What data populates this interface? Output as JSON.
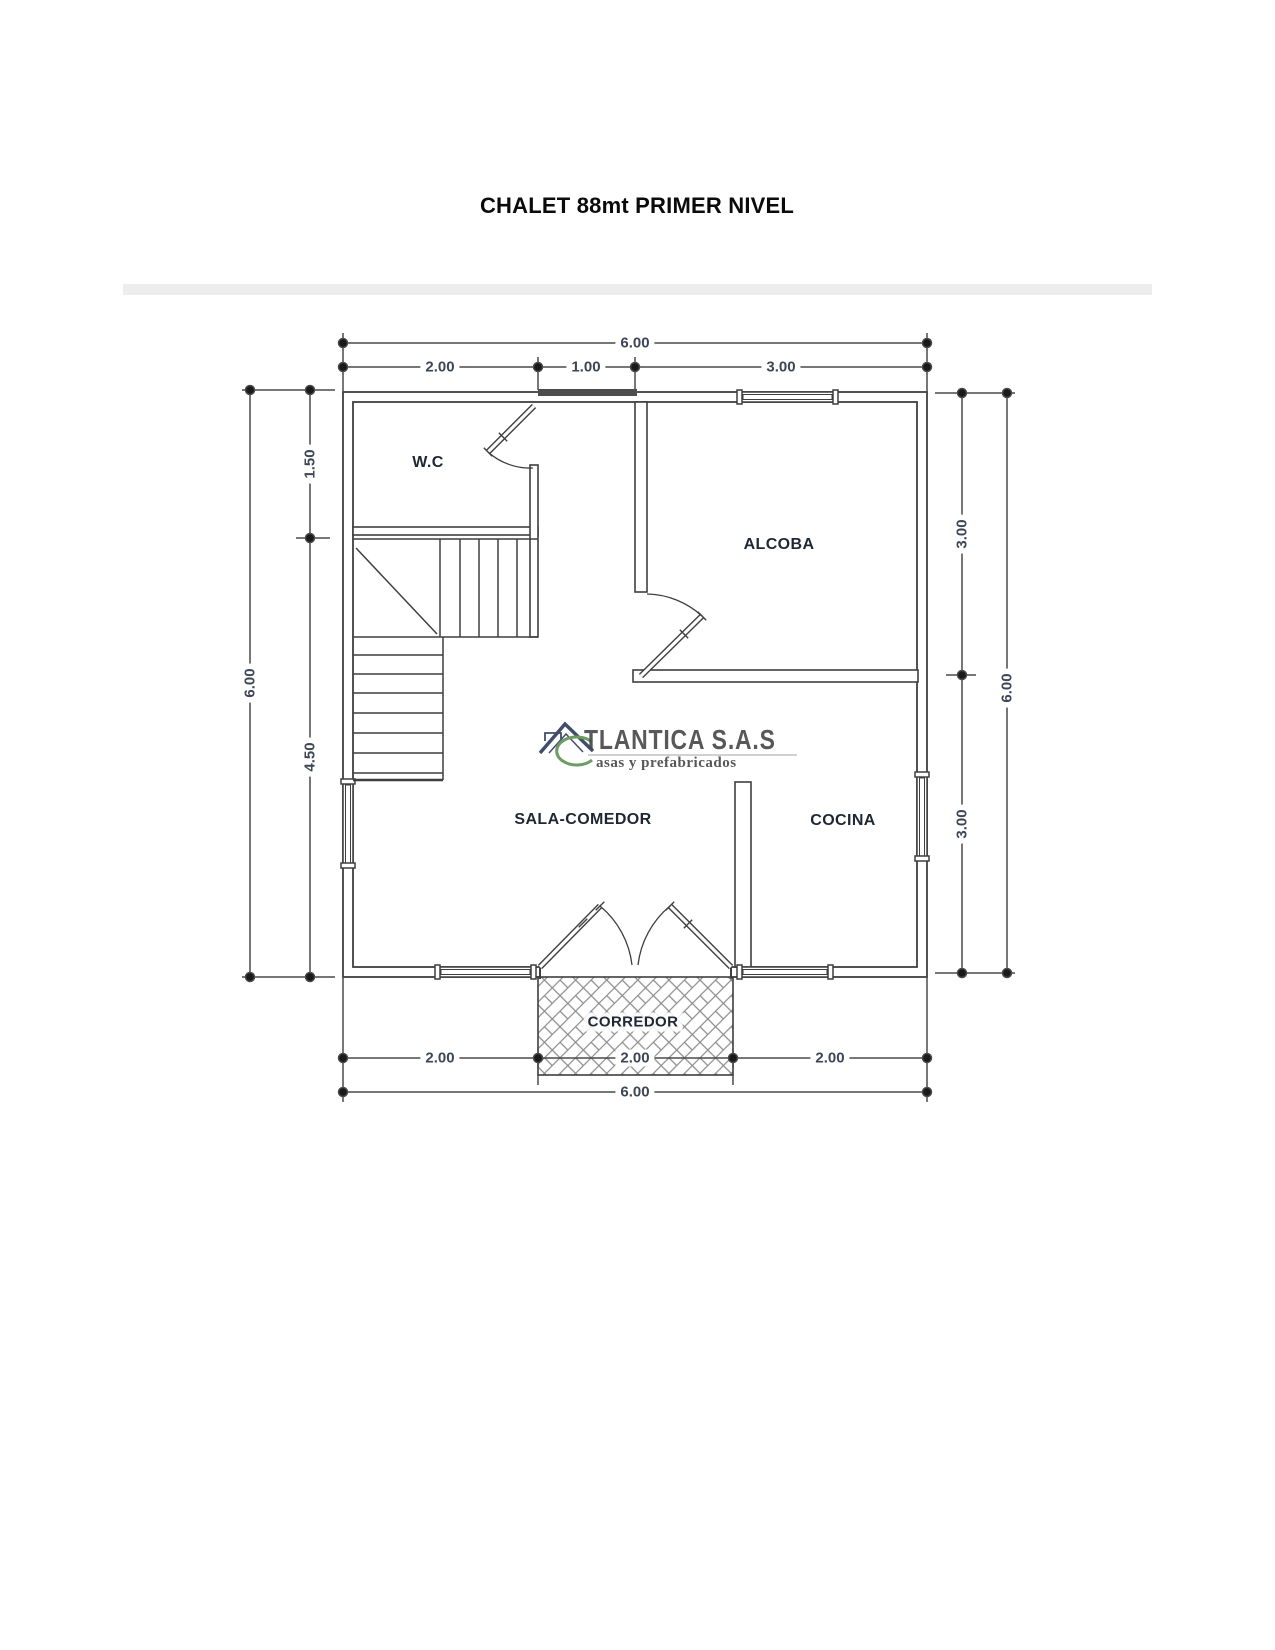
{
  "page": {
    "title": "CHALET 88mt PRIMER NIVEL"
  },
  "rooms": {
    "wc": "W.C",
    "alcoba": "ALCOBA",
    "sala_comedor": "SALA-COMEDOR",
    "cocina": "COCINA",
    "corredor": "CORREDOR"
  },
  "dimensions": {
    "top": {
      "total": "6.00",
      "seg1": "2.00",
      "seg2": "1.00",
      "seg3": "3.00"
    },
    "bottom": {
      "total": "6.00",
      "seg1": "2.00",
      "seg2": "2.00",
      "seg3": "2.00"
    },
    "left": {
      "total": "6.00",
      "seg1": "1.50",
      "seg2": "4.50"
    },
    "right": {
      "total": "6.00",
      "seg1": "3.00",
      "seg2": "3.00"
    }
  },
  "logo": {
    "brand": "TLANTICA S.A.S",
    "tagline": "asas y prefabricados",
    "roof_color": "#2e3a5c",
    "accent_green": "#5f9153",
    "text_color": "#474747"
  },
  "colors": {
    "wall_line": "#3f3f3f",
    "dim_line": "#4a4a4a",
    "dim_text": "#3d4656",
    "room_text": "#1e2733",
    "hatch": "#8c8c8c"
  }
}
